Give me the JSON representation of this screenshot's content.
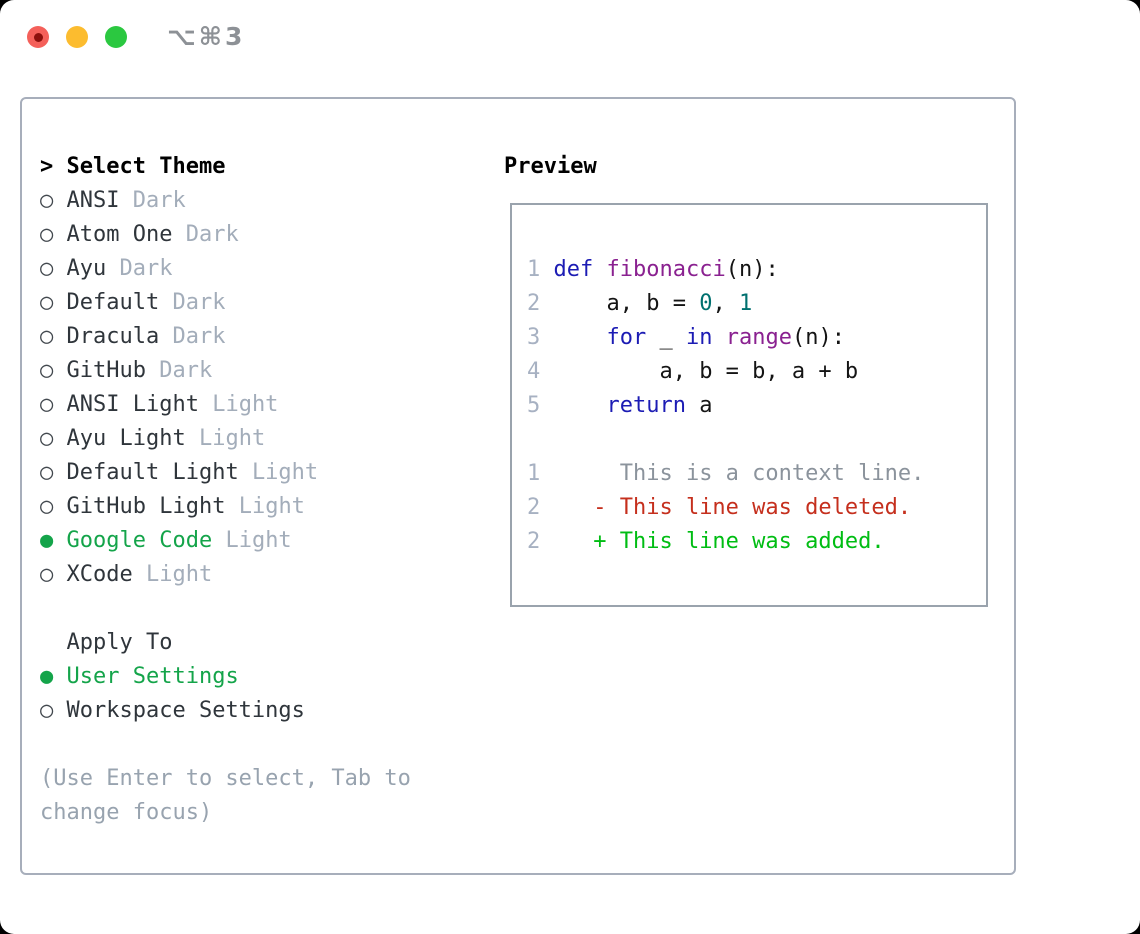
{
  "window": {
    "title": "⌥⌘3",
    "traffic_lights": [
      {
        "name": "close"
      },
      {
        "name": "minimize"
      },
      {
        "name": "zoom"
      }
    ]
  },
  "colors": {
    "accent_green": "#14a44a",
    "added_green": "#00bd13",
    "deleted_red": "#c52f1d",
    "keyword_blue": "#1c1cb4",
    "function_purple": "#8a2190",
    "literal_teal": "#00706f",
    "muted_gray": "#98a3af"
  },
  "theme_panel": {
    "header_marker": ">",
    "header": "Select Theme",
    "unselected_marker": "○",
    "selected_marker": "●",
    "items": [
      {
        "name": "ANSI",
        "variant": "Dark",
        "selected": false
      },
      {
        "name": "Atom One",
        "variant": "Dark",
        "selected": false
      },
      {
        "name": "Ayu",
        "variant": "Dark",
        "selected": false
      },
      {
        "name": "Default",
        "variant": "Dark",
        "selected": false
      },
      {
        "name": "Dracula",
        "variant": "Dark",
        "selected": false
      },
      {
        "name": "GitHub",
        "variant": "Dark",
        "selected": false
      },
      {
        "name": "ANSI Light",
        "variant": "Light",
        "selected": false
      },
      {
        "name": "Ayu Light",
        "variant": "Light",
        "selected": false
      },
      {
        "name": "Default Light",
        "variant": "Light",
        "selected": false
      },
      {
        "name": "GitHub Light",
        "variant": "Light",
        "selected": false
      },
      {
        "name": "Google Code",
        "variant": "Light",
        "selected": true
      },
      {
        "name": "XCode",
        "variant": "Light",
        "selected": false
      }
    ],
    "apply_to": {
      "header": "Apply To",
      "options": [
        {
          "label": "User Settings",
          "selected": true
        },
        {
          "label": "Workspace Settings",
          "selected": false
        }
      ]
    },
    "help_lines": [
      "(Use Enter to select, Tab to",
      "change focus)"
    ]
  },
  "preview": {
    "header": "Preview",
    "code_lines": [
      {
        "num": "1",
        "segments": [
          {
            "t": "def",
            "c": "kw"
          },
          {
            "t": " ",
            "c": "pl"
          },
          {
            "t": "fibonacci",
            "c": "fn"
          },
          {
            "t": "(n):",
            "c": "pl"
          }
        ]
      },
      {
        "num": "2",
        "segments": [
          {
            "t": "    a, b = ",
            "c": "pl"
          },
          {
            "t": "0",
            "c": "lit"
          },
          {
            "t": ", ",
            "c": "pl"
          },
          {
            "t": "1",
            "c": "lit"
          }
        ]
      },
      {
        "num": "3",
        "segments": [
          {
            "t": "    ",
            "c": "pl"
          },
          {
            "t": "for",
            "c": "kw"
          },
          {
            "t": " _ ",
            "c": "pl"
          },
          {
            "t": "in",
            "c": "kw"
          },
          {
            "t": " ",
            "c": "pl"
          },
          {
            "t": "range",
            "c": "fn"
          },
          {
            "t": "(n):",
            "c": "pl"
          }
        ]
      },
      {
        "num": "4",
        "segments": [
          {
            "t": "        a, b = b, a + b",
            "c": "pl"
          }
        ]
      },
      {
        "num": "5",
        "segments": [
          {
            "t": "    ",
            "c": "pl"
          },
          {
            "t": "return",
            "c": "kw"
          },
          {
            "t": " a",
            "c": "pl"
          }
        ]
      }
    ],
    "diff_lines": [
      {
        "num": "1",
        "text": "      This is a context line.",
        "type": "context"
      },
      {
        "num": "2",
        "text": "    - This line was deleted.",
        "type": "deleted"
      },
      {
        "num": "2",
        "text": "    + This line was added.",
        "type": "added"
      }
    ]
  }
}
